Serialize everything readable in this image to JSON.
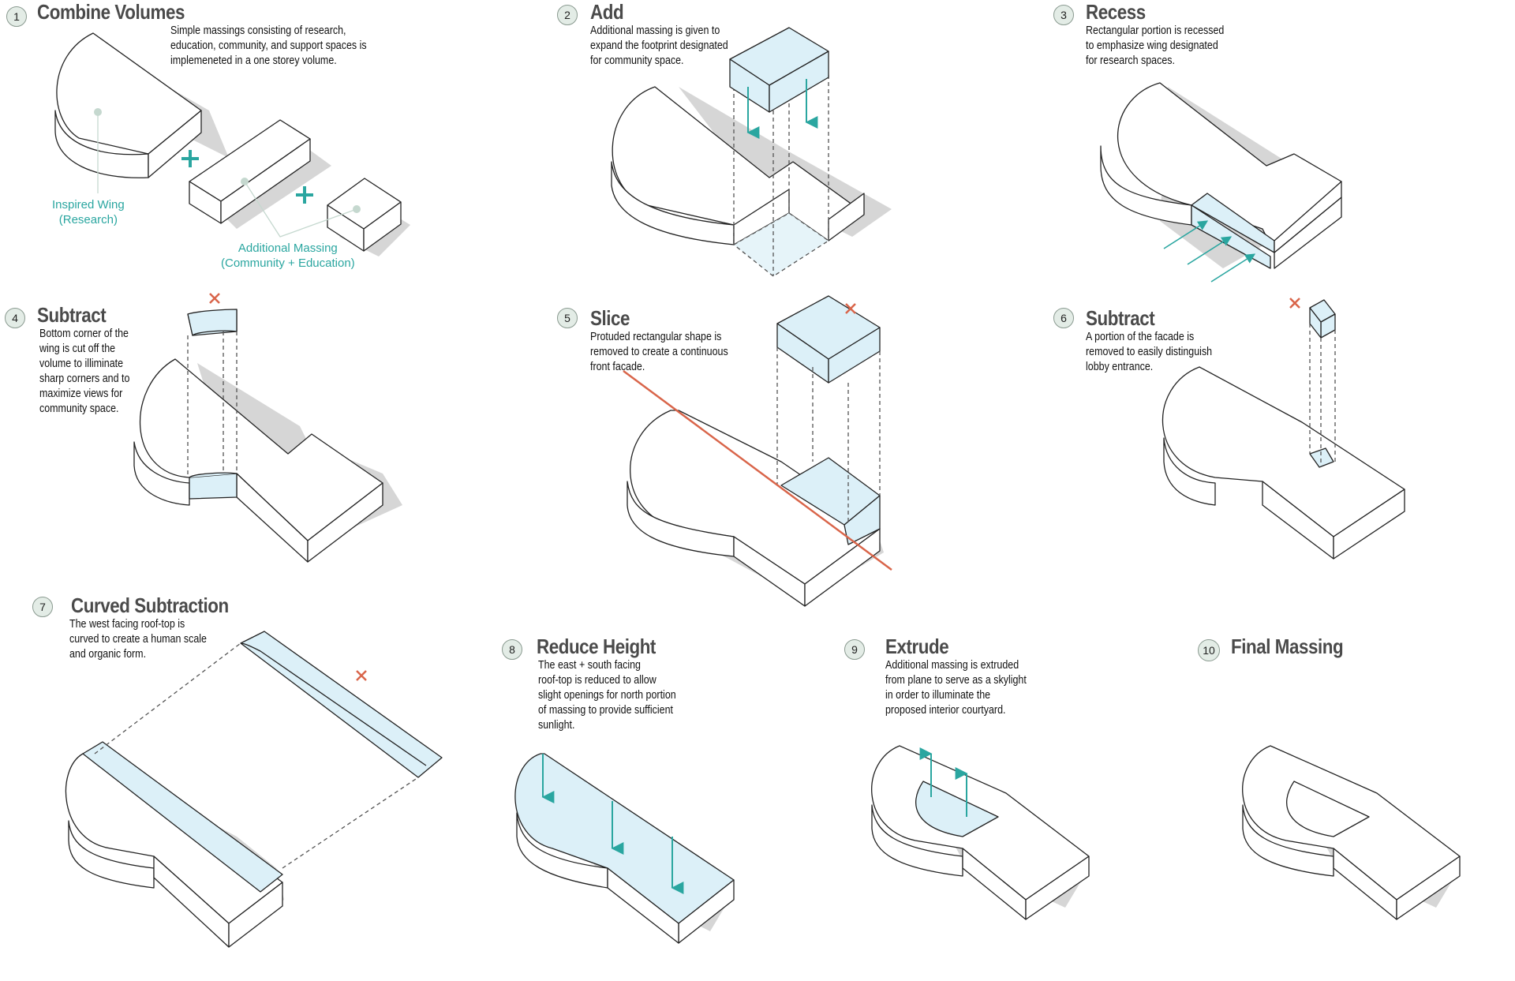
{
  "steps": [
    {
      "num": "1",
      "title": "Combine Volumes",
      "desc": "Simple massings consisting of research,\neducation, community, and support spaces is\nimplemeneted in a one storey volume."
    },
    {
      "num": "2",
      "title": "Add",
      "desc": "Additional massing is given to\nexpand the footprint designated\nfor community space."
    },
    {
      "num": "3",
      "title": "Recess",
      "desc": "Rectangular portion is recessed\nto emphasize wing designated\nfor research spaces."
    },
    {
      "num": "4",
      "title": "Subtract",
      "desc": "Bottom corner of the\nwing is cut off the\nvolume to illiminate\nsharp corners and to\nmaximize views for\ncommunity space."
    },
    {
      "num": "5",
      "title": "Slice",
      "desc": "Protuded rectangular shape is\nremoved to create a continuous\nfront facade."
    },
    {
      "num": "6",
      "title": "Subtract",
      "desc": "A portion of the facade is\nremoved to easily distinguish\nlobby entrance."
    },
    {
      "num": "7",
      "title": "Curved Subtraction",
      "desc": "The west facing roof-top is\ncurved to create a human scale\nand organic form."
    },
    {
      "num": "8",
      "title": "Reduce Height",
      "desc": "The east + south facing\nroof-top is reduced to allow\nslight openings for north portion\nof massing to provide sufficient\nsunlight."
    },
    {
      "num": "9",
      "title": "Extrude",
      "desc": "Additional massing is extruded\nfrom plane to serve as a skylight\nin order to illuminate the\nproposed interior courtyard."
    },
    {
      "num": "10",
      "title": "Final Massing",
      "desc": ""
    }
  ],
  "callouts": {
    "wing": "Inspired Wing\n(Research)",
    "additional": "Additional Massing\n(Community + Education)"
  },
  "colors": {
    "accent": "#2aa6a0",
    "remove": "#d9654a",
    "glass": "#dcf0f8",
    "line": "#222222",
    "shadow": "#d4d4d4"
  }
}
